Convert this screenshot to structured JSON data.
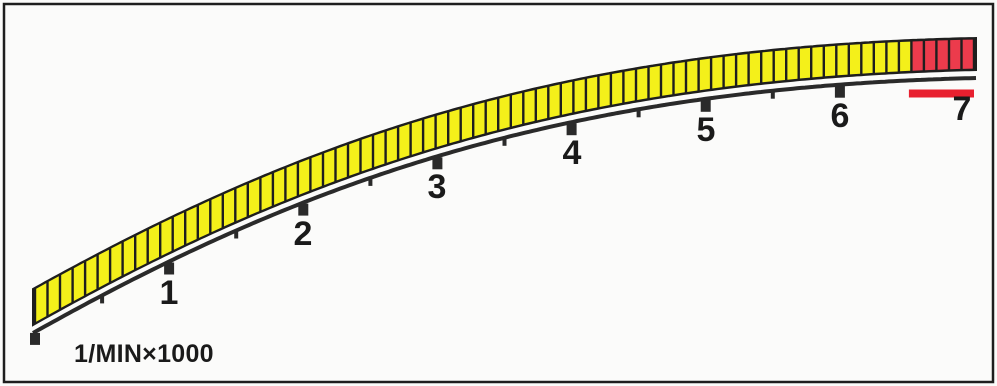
{
  "gauge": {
    "unit_label": "1/MIN×1000",
    "scale_labels": [
      "1",
      "2",
      "3",
      "4",
      "5",
      "6",
      "7"
    ],
    "scale_min": 0,
    "scale_max": 7,
    "redline_start": 6.5,
    "segment_count": 75,
    "colors": {
      "normal_segment": "#f4f01a",
      "red_segment": "#ec3b4c",
      "frame": "#1e1e1e",
      "scale_band": "#2a2a2a",
      "redline_marker": "#e8202f",
      "background": "#fbfbfa"
    }
  }
}
